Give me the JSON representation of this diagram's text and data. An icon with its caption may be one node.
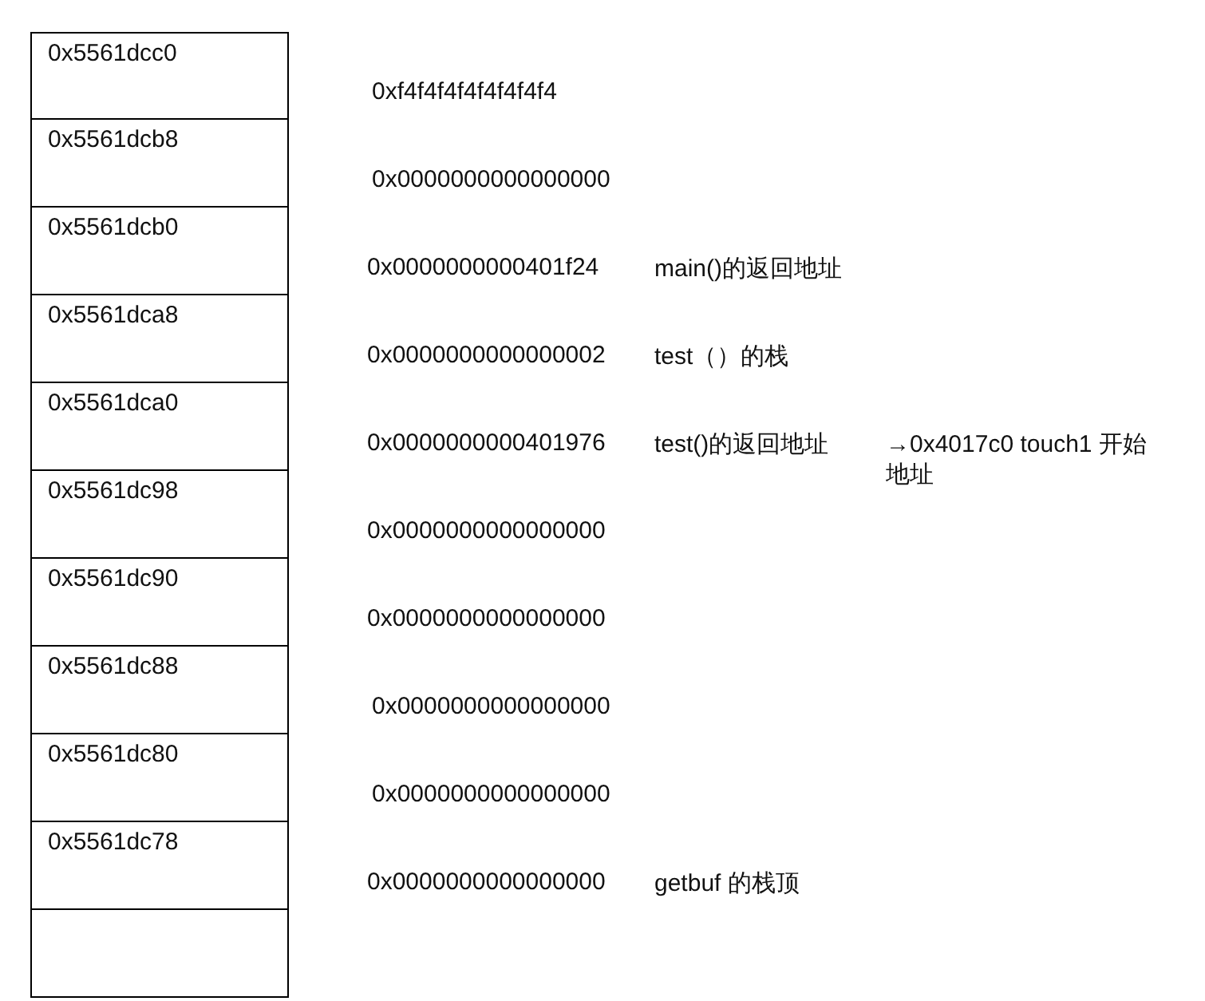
{
  "diagram": {
    "nodes": [
      {
        "text": [
          "0x5561dcc0"
        ],
        "beside": [
          "0xf4f4f4f4f4f4f4f4"
        ]
      },
      {
        "text": [
          "0x5561dcb8"
        ],
        "beside": [
          "0x0000000000000000"
        ]
      },
      {
        "text": [
          "0x5561dcb0"
        ],
        "beside": [
          "0x0000000000401f24",
          "main()的返回地址"
        ]
      },
      {
        "text": [
          "0x5561dca8"
        ],
        "beside": [
          "0x0000000000000002",
          "test（）的栈"
        ]
      },
      {
        "text": [
          "0x5561dca0"
        ],
        "beside": [
          "0x0000000000401976",
          "test()的返回地址",
          "→0x4017c0 touch1 开始地址"
        ]
      },
      {
        "text": [
          "0x5561dc98"
        ],
        "beside": [
          "0x0000000000000000"
        ]
      },
      {
        "text": [
          "0x5561dc90"
        ],
        "beside": [
          "0x0000000000000000"
        ]
      },
      {
        "text": [
          "0x5561dc88"
        ],
        "beside": [
          "0x0000000000000000"
        ]
      },
      {
        "text": [
          "0x5561dc80"
        ],
        "beside": [
          "0x0000000000000000"
        ]
      },
      {
        "text": [
          "0x5561dc78"
        ],
        "beside": [
          "0x0000000000000000",
          "getbuf 的栈顶"
        ]
      },
      {
        "text": [],
        "shape": "box"
      }
    ]
  }
}
